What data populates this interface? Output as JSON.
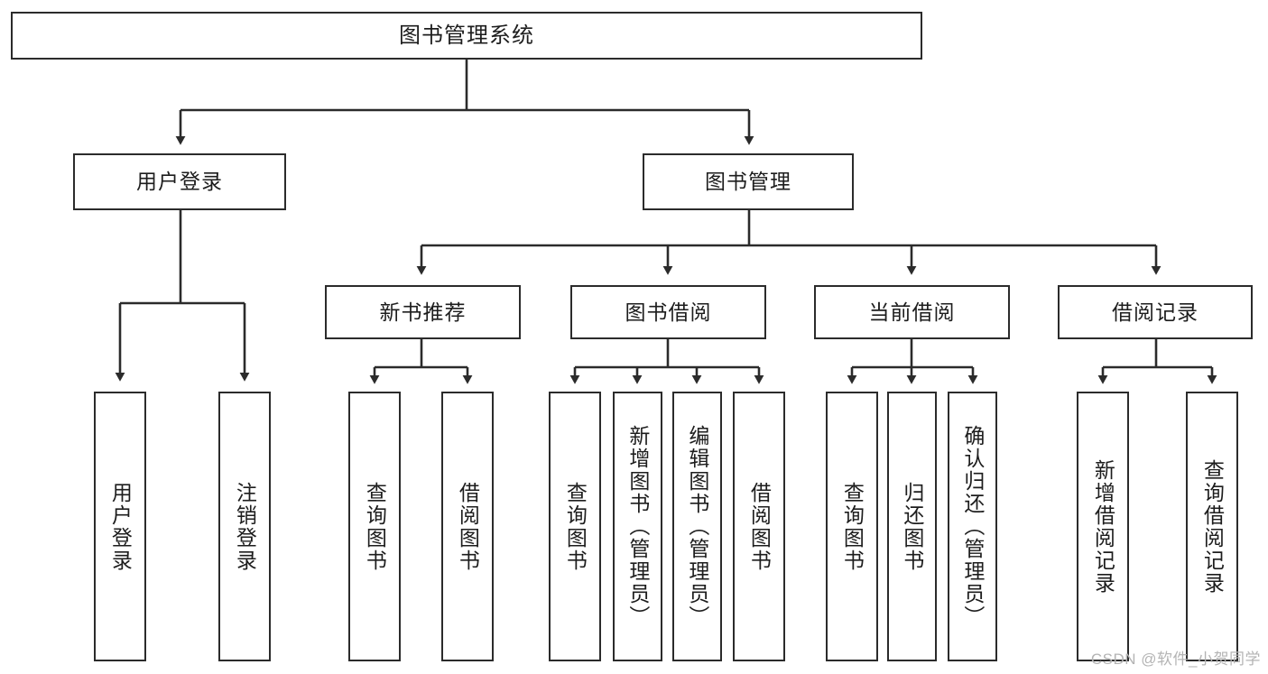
{
  "diagram": {
    "title": "图书管理系统",
    "type": "tree",
    "orientation": "top-down",
    "colors": {
      "box_border": "#2b2b2b",
      "box_fill": "#ffffff",
      "connector": "#2b2b2b",
      "text": "#1d1d1d",
      "watermark": "#b4b4b4",
      "background": "#ffffff"
    },
    "root": {
      "id": "root",
      "label": "图书管理系统"
    },
    "level2": [
      {
        "id": "user-login",
        "label": "用户登录"
      },
      {
        "id": "book-management",
        "label": "图书管理"
      }
    ],
    "level3": [
      {
        "id": "new-book-recommend",
        "label": "新书推荐",
        "parent": "book-management"
      },
      {
        "id": "book-borrow",
        "label": "图书借阅",
        "parent": "book-management"
      },
      {
        "id": "current-borrow",
        "label": "当前借阅",
        "parent": "book-management"
      },
      {
        "id": "borrow-record",
        "label": "借阅记录",
        "parent": "book-management"
      }
    ],
    "leaves": [
      {
        "id": "leaf-user-login",
        "label": "用户登录",
        "parent": "user-login"
      },
      {
        "id": "leaf-logout",
        "label": "注销登录",
        "parent": "user-login"
      },
      {
        "id": "leaf-query-book-1",
        "label": "查询图书",
        "parent": "new-book-recommend"
      },
      {
        "id": "leaf-borrow-book-1",
        "label": "借阅图书",
        "parent": "new-book-recommend"
      },
      {
        "id": "leaf-query-book-2",
        "label": "查询图书",
        "parent": "book-borrow"
      },
      {
        "id": "leaf-add-book",
        "label": "新增图书（管理员）",
        "parent": "book-borrow"
      },
      {
        "id": "leaf-edit-book",
        "label": "编辑图书（管理员）",
        "parent": "book-borrow"
      },
      {
        "id": "leaf-borrow-book-2",
        "label": "借阅图书",
        "parent": "book-borrow"
      },
      {
        "id": "leaf-query-book-3",
        "label": "查询图书",
        "parent": "current-borrow"
      },
      {
        "id": "leaf-return-book",
        "label": "归还图书",
        "parent": "current-borrow"
      },
      {
        "id": "leaf-confirm-return",
        "label": "确认归还（管理员）",
        "parent": "current-borrow"
      },
      {
        "id": "leaf-add-record",
        "label": "新增借阅记录",
        "parent": "borrow-record"
      },
      {
        "id": "leaf-query-record",
        "label": "查询借阅记录",
        "parent": "borrow-record"
      }
    ]
  },
  "watermark": {
    "text": "CSDN @软件_小贺同学"
  }
}
